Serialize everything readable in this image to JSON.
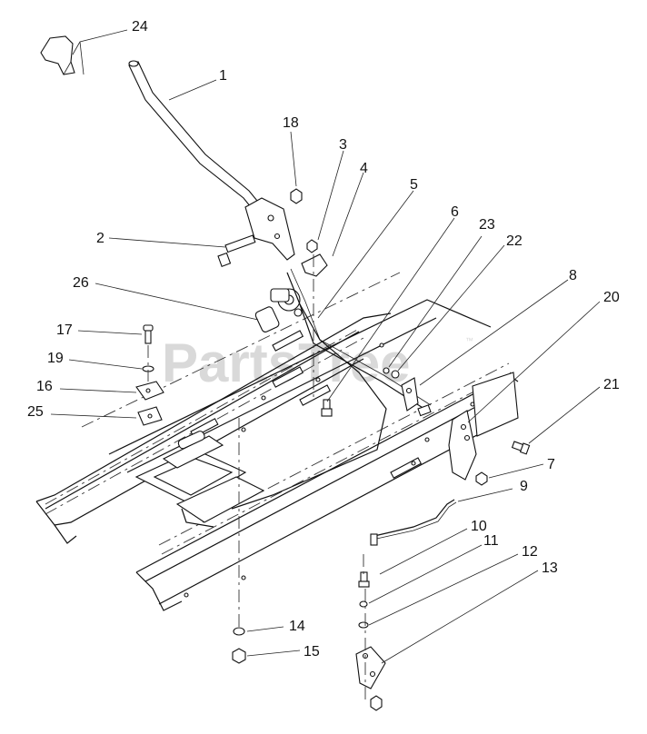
{
  "watermark": {
    "text": "PartsTree",
    "trademark": "™"
  },
  "callouts": [
    "24",
    "1",
    "18",
    "3",
    "4",
    "5",
    "2",
    "6",
    "23",
    "22",
    "26",
    "8",
    "20",
    "17",
    "19",
    "16",
    "25",
    "21",
    "7",
    "9",
    "10",
    "11",
    "12",
    "13",
    "14",
    "15"
  ]
}
